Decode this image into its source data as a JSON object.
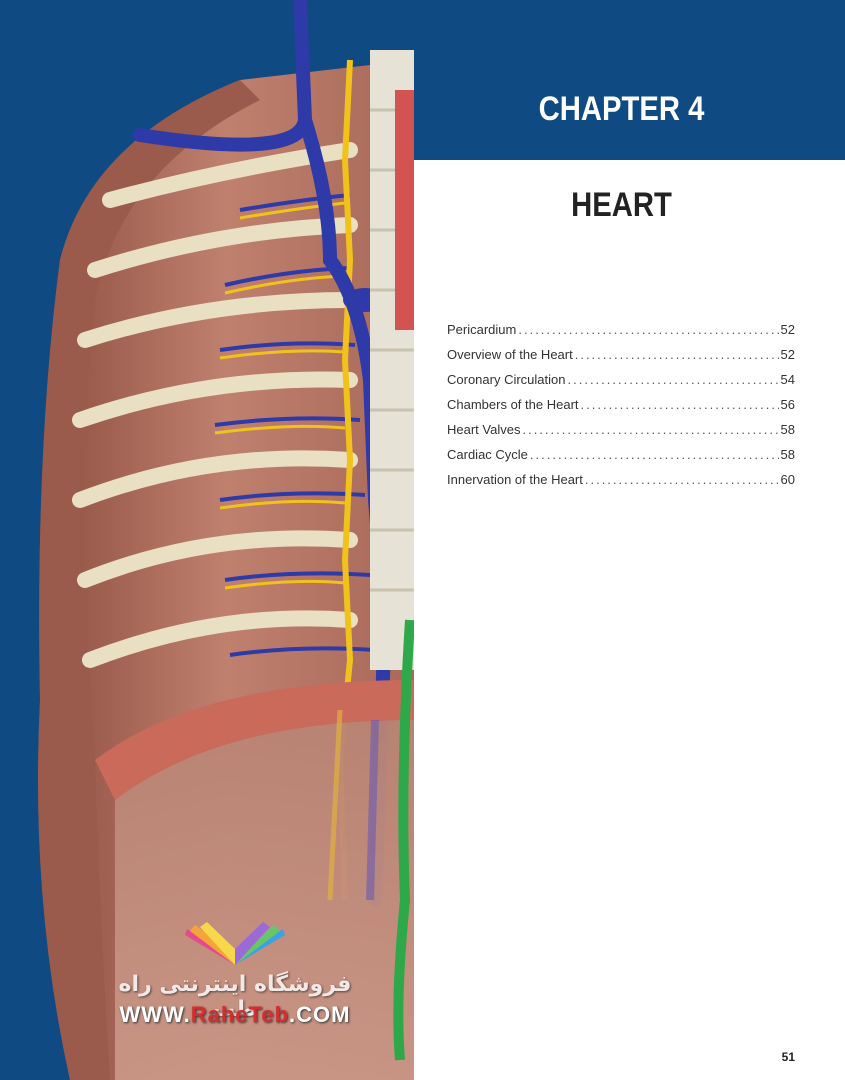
{
  "chapter": {
    "label": "CHAPTER 4",
    "title": "HEART"
  },
  "toc": [
    {
      "title": "Pericardium",
      "page": "52"
    },
    {
      "title": "Overview of the Heart",
      "page": "52"
    },
    {
      "title": "Coronary Circulation",
      "page": "54"
    },
    {
      "title": "Chambers of the Heart",
      "page": "56"
    },
    {
      "title": "Heart Valves",
      "page": "58"
    },
    {
      "title": "Cardiac Cycle",
      "page": "58"
    },
    {
      "title": "Innervation of the Heart",
      "page": "60"
    }
  ],
  "page_number": "51",
  "watermark": {
    "persian": "فروشگاه اینترنتی راه طب",
    "url_prefix": "WWW.",
    "url_brand": "RaheTeb",
    "url_suffix": ".COM"
  },
  "colors": {
    "background_blue": "#0f4a82",
    "vein_blue": "#2d3aa8",
    "nerve_yellow": "#f1c21b",
    "muscle": "#b46e5e",
    "rib": "#ece3c8"
  }
}
